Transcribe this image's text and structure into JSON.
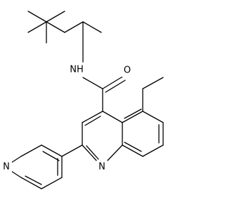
{
  "molecule": {
    "atom_labels": {
      "amide_nh": "NH",
      "carbonyl_o": "O",
      "quinoline_n": "N",
      "pyridine_n": "N"
    }
  },
  "colors": {
    "bond": "#000000",
    "text": "#000000",
    "background": "#ffffff"
  }
}
